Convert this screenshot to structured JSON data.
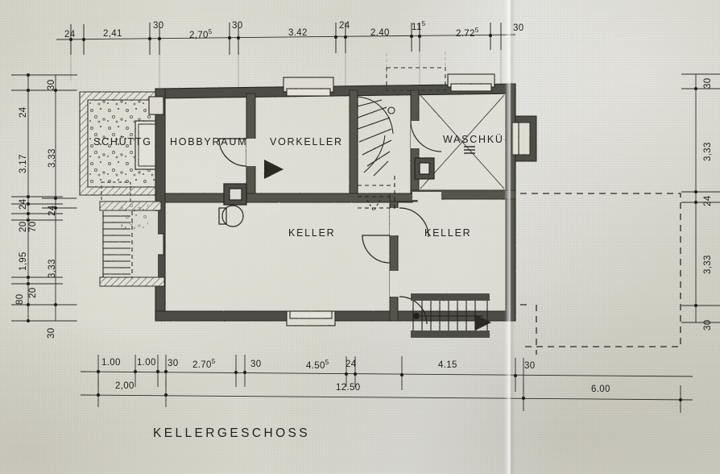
{
  "drawing": {
    "title": "KELLERGESCHOSS",
    "sheet_tone": "#d8d7cd",
    "ink": "#22211f"
  },
  "rooms": [
    {
      "id": "schuettgut",
      "label": "SCHÜTTG"
    },
    {
      "id": "hobbyraum",
      "label": "HOBBYRAUM"
    },
    {
      "id": "vorkeller",
      "label": "VORKELLER"
    },
    {
      "id": "waschkueche",
      "label": "WASCHKÜ·"
    },
    {
      "id": "keller-mitte",
      "label": "KELLER"
    },
    {
      "id": "keller-rechts",
      "label": "KELLER"
    }
  ],
  "dimensions": {
    "top_chain": [
      {
        "value": "24"
      },
      {
        "value": "2,41"
      },
      {
        "value": "30"
      },
      {
        "value": "2,70",
        "sup": "5"
      },
      {
        "value": "30"
      },
      {
        "value": "3.42"
      },
      {
        "value": "24"
      },
      {
        "value": "2.40"
      },
      {
        "value": "11",
        "sup": "5"
      },
      {
        "value": "2.72",
        "sup": "5"
      },
      {
        "value": "30"
      }
    ],
    "bottom_chain": [
      {
        "value": "1.00"
      },
      {
        "value": "1.00"
      },
      {
        "value": "30"
      },
      {
        "value": "2.70",
        "sup": "5"
      },
      {
        "value": "30"
      },
      {
        "value": "4.50",
        "sup": "5"
      },
      {
        "value": "24"
      },
      {
        "value": "4.15"
      },
      {
        "value": "30"
      }
    ],
    "bottom_totals": [
      {
        "value": "2,00"
      },
      {
        "value": "12.50"
      },
      {
        "value": "6.00"
      }
    ],
    "left_outer_chain": [
      {
        "value": "30"
      },
      {
        "value": "24"
      },
      {
        "value": "3.17"
      },
      {
        "value": "24"
      },
      {
        "value": "70"
      },
      {
        "value": "20"
      },
      {
        "value": "1,95"
      },
      {
        "value": "20"
      },
      {
        "value": "80"
      },
      {
        "value": "30"
      }
    ],
    "left_inner_chain": [
      {
        "value": "3,33"
      },
      {
        "value": "24"
      },
      {
        "value": "3,33"
      }
    ],
    "right_chain": [
      {
        "value": "30"
      },
      {
        "value": "3,33"
      },
      {
        "value": "24"
      },
      {
        "value": "3,33"
      },
      {
        "value": "30"
      }
    ]
  },
  "features": {
    "stair_upper": "winder-staircase",
    "stair_lower": "exterior-stair-down",
    "stair_left": "exterior-basement-stair",
    "extension_outline": "dashed-future-extension"
  }
}
